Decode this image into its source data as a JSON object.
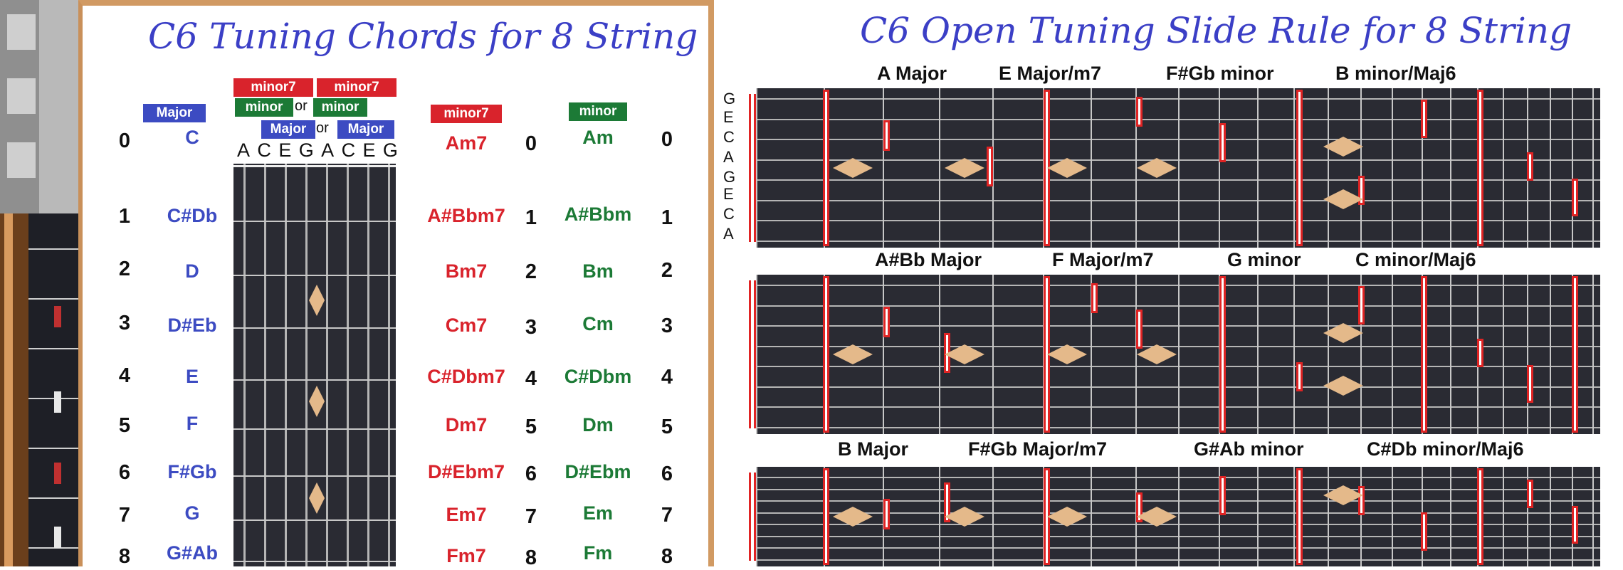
{
  "left": {
    "title": "C6 Tuning Chords for 8 String",
    "tags": {
      "major": "Major",
      "minor7_a": "minor7",
      "minor7_b": "minor7",
      "minor_a": "minor",
      "minor_b": "minor",
      "major_a": "Major",
      "major_b": "Major",
      "or_1": "or",
      "or_2": "or",
      "minor7_col": "minor7",
      "minor_col": "minor"
    },
    "strings": [
      "A",
      "C",
      "E",
      "G",
      "A",
      "C",
      "E",
      "G"
    ],
    "frets": [
      "0",
      "1",
      "2",
      "3",
      "4",
      "5",
      "6",
      "7",
      "8"
    ],
    "major_chords": [
      "C",
      "C#Db",
      "D",
      "D#Eb",
      "E",
      "F",
      "F#Gb",
      "G",
      "G#Ab"
    ],
    "minor7_chords": [
      "Am7",
      "A#Bbm7",
      "Bm7",
      "Cm7",
      "C#Dbm7",
      "Dm7",
      "D#Ebm7",
      "Em7",
      "Fm7"
    ],
    "minor_chords": [
      "Am",
      "A#Bbm",
      "Bm",
      "Cm",
      "C#Dbm",
      "Dm",
      "D#Ebm",
      "Em",
      "Fm"
    ]
  },
  "right": {
    "title": "C6 Open Tuning Slide Rule for 8 String",
    "string_letters": [
      "G",
      "E",
      "C",
      "A",
      "G",
      "E",
      "C",
      "A"
    ],
    "rows": [
      {
        "labels": [
          "A Major",
          "E Major/m7",
          "F#Gb  minor",
          "B minor/Maj6"
        ]
      },
      {
        "labels": [
          "A#Bb  Major",
          "F Major/m7",
          "G minor",
          "C minor/Maj6"
        ]
      },
      {
        "labels": [
          "B Major",
          "F#Gb  Major/m7",
          "G#Ab  minor",
          "C#Db  minor/Maj6"
        ]
      }
    ]
  },
  "colors": {
    "title_blue": "#3b3fc6",
    "major_blue": "#3c4bc2",
    "minor7_red": "#d9232c",
    "minor_green": "#1c7a36",
    "fretboard": "#2a2b33",
    "inlay": "#e4b98a"
  }
}
